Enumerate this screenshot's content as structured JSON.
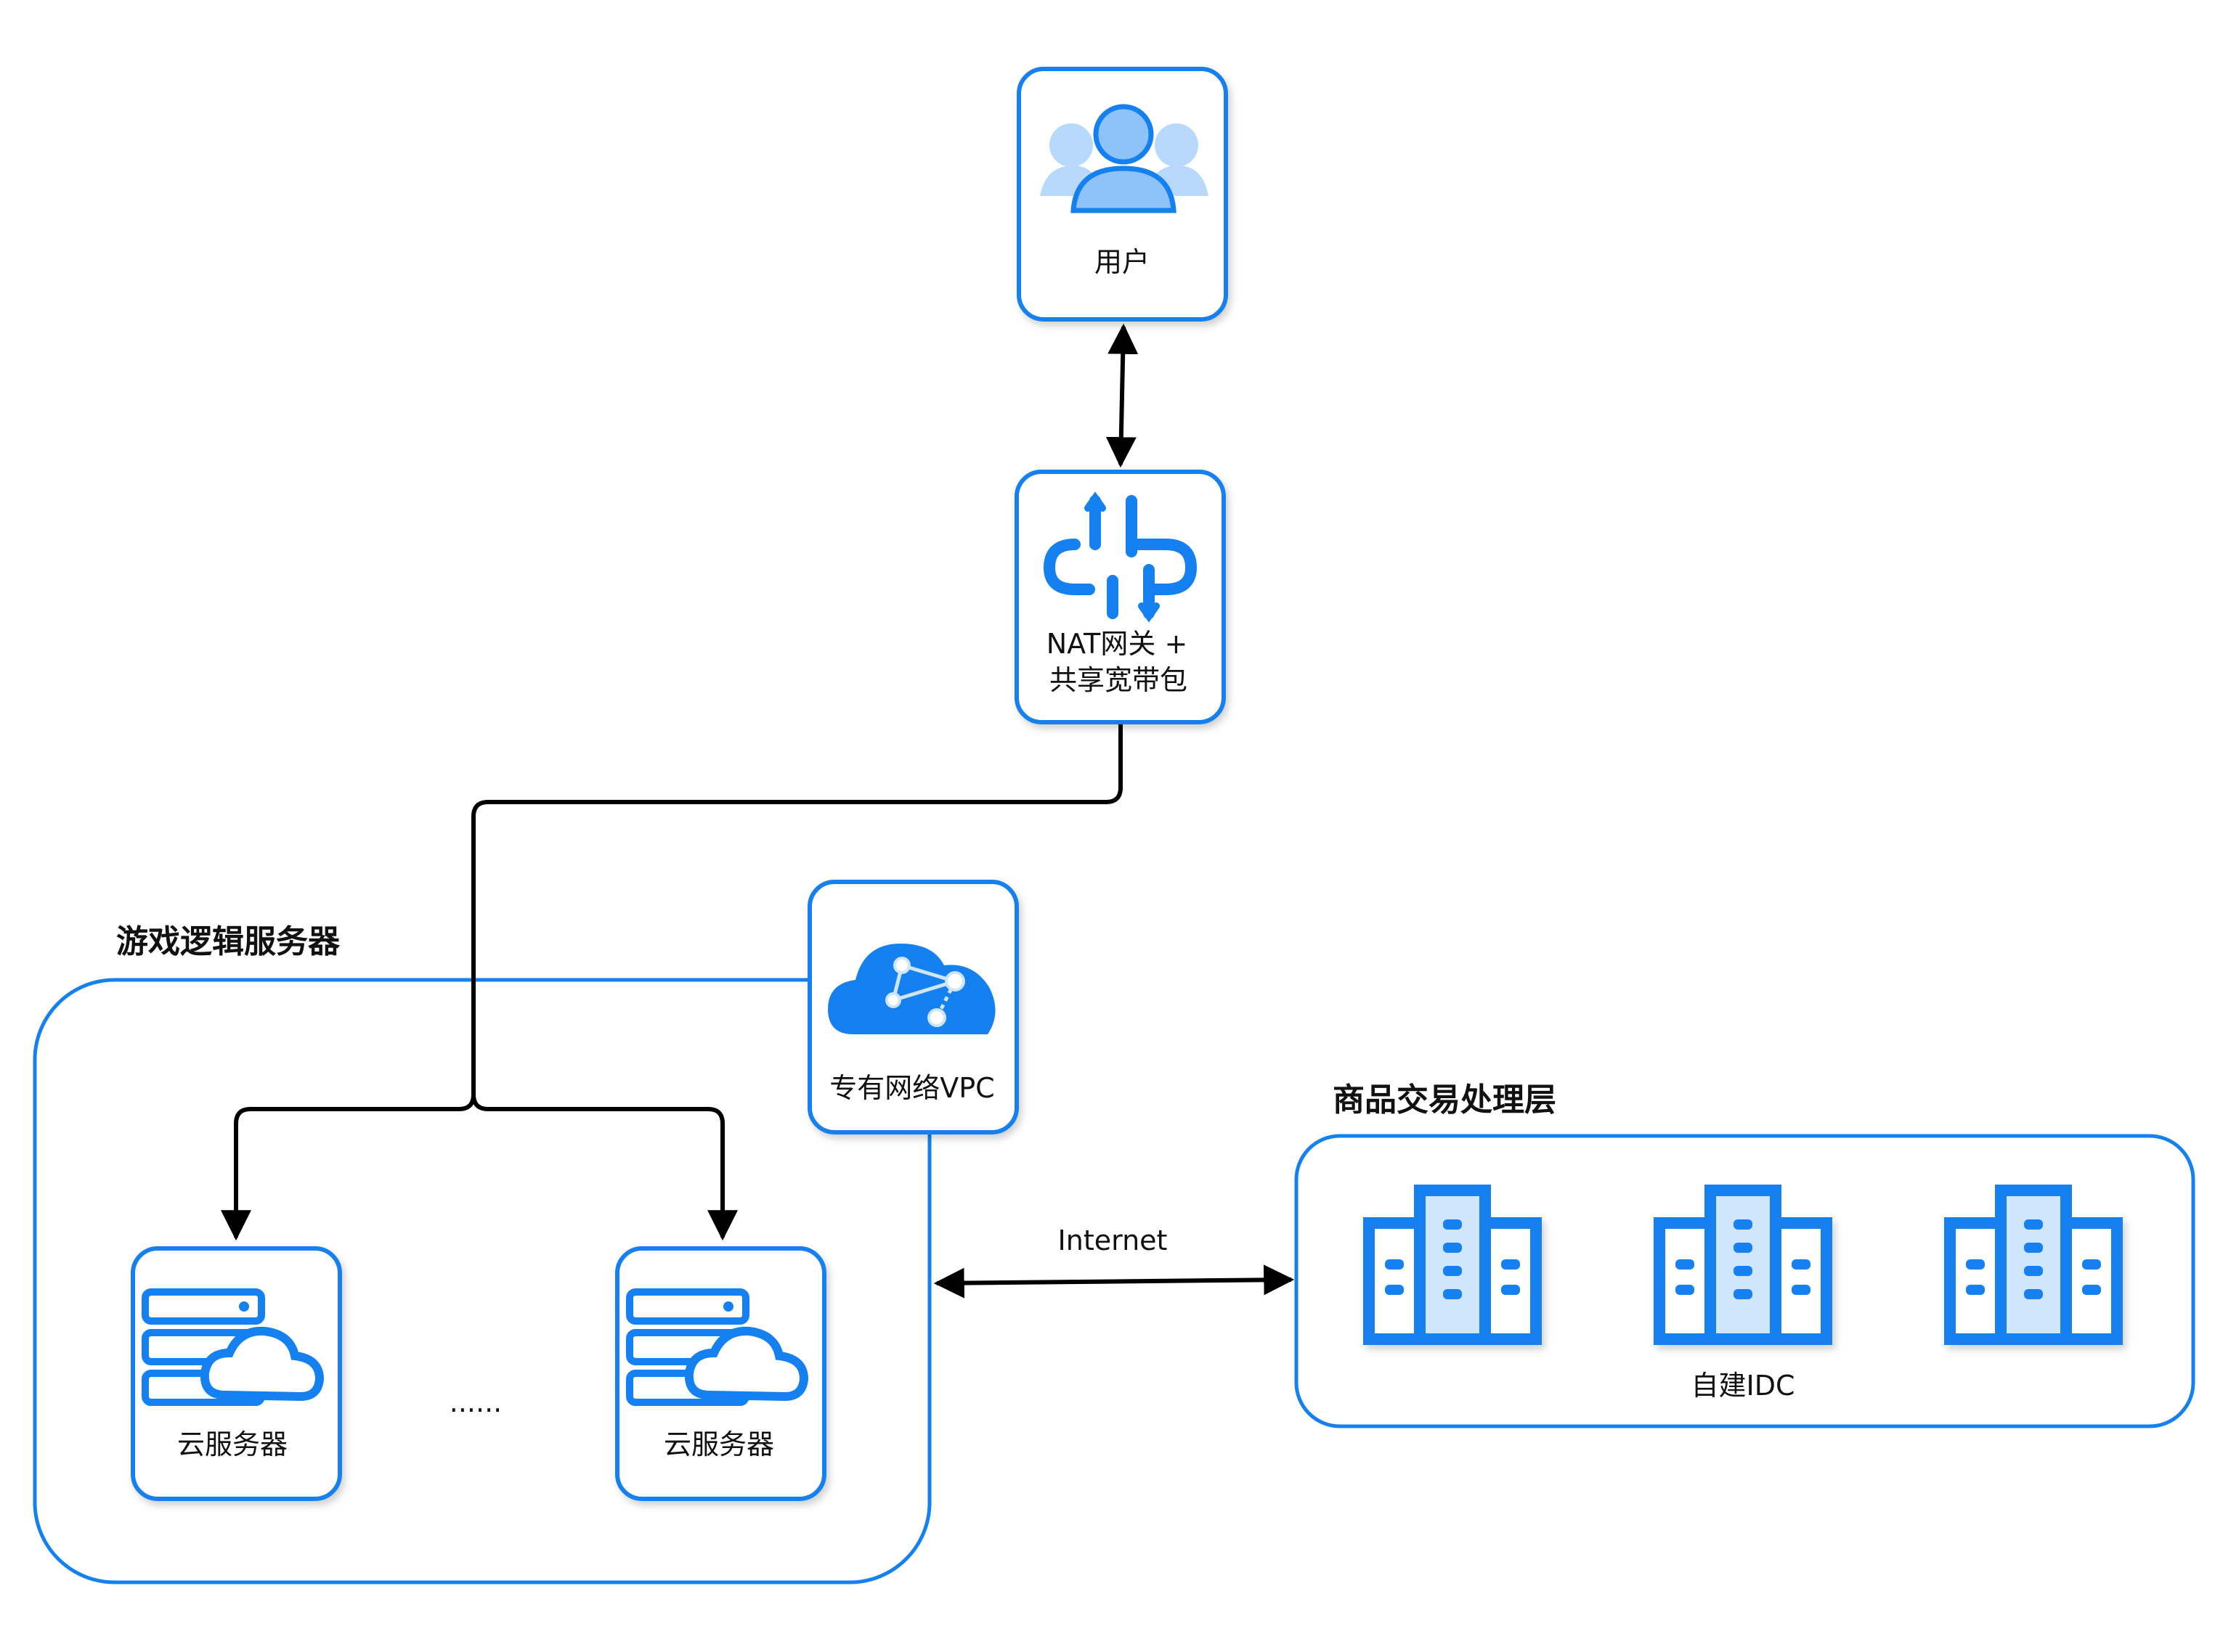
{
  "nodes": {
    "user": {
      "label": "用户",
      "icon": "users-icon"
    },
    "nat": {
      "label_line1": "NAT网关 +",
      "label_line2": "共享宽带包",
      "icon": "nat-gateway-icon"
    },
    "vpc": {
      "label": "专有网络VPC",
      "icon": "vpc-cloud-icon"
    },
    "server1": {
      "label": "云服务器",
      "icon": "cloud-server-icon"
    },
    "server2": {
      "label": "云服务器",
      "icon": "cloud-server-icon"
    },
    "ellipsis": "......",
    "idc": {
      "label": "自建IDC",
      "icon": "building-icon"
    }
  },
  "groups": {
    "game_logic": {
      "title": "游戏逻辑服务器"
    },
    "trade": {
      "title": "商品交易处理层"
    }
  },
  "edges": {
    "internet_label": "Internet"
  },
  "colors": {
    "accent": "#1580f0",
    "accent_light": "#8ec3fa",
    "icon_pale": "#cfe5fc",
    "edge": "#000000"
  }
}
